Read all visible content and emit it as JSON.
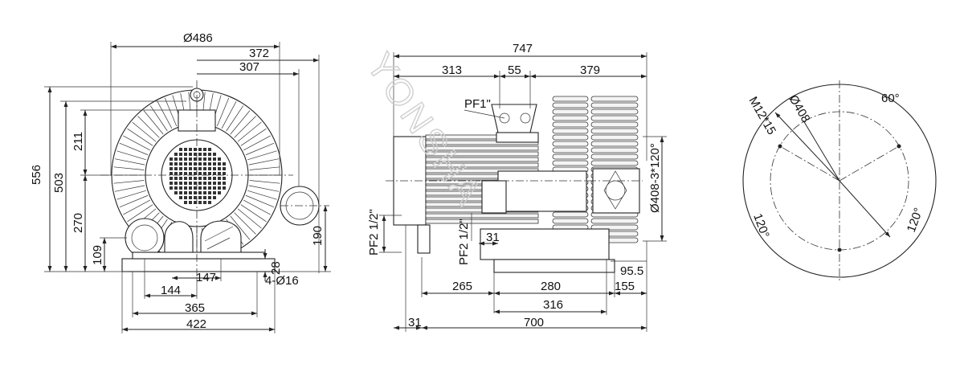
{
  "watermark": "YONSHA",
  "front_view": {
    "dims": {
      "d486": "Ø486",
      "d372": "372",
      "d307": "307",
      "d556": "556",
      "d503": "503",
      "d211": "211",
      "d270": "270",
      "d109": "109",
      "d190": "190",
      "d28": "28",
      "d4_16": "4-Ø16",
      "d144": "144",
      "d147": "147",
      "d365": "365",
      "d422": "422"
    }
  },
  "side_view": {
    "dims": {
      "d747": "747",
      "d313": "313",
      "d55": "55",
      "d379": "379",
      "pf1": "PF1\"",
      "pf2a": "PF2 1/2\"",
      "pf2b": "PF2 1/2\"",
      "d31a": "31",
      "d408_3_120": "Ø408-3*120°",
      "d95_5": "95.5",
      "d265": "265",
      "d280": "280",
      "d155": "155",
      "d316": "316",
      "d31b": "31",
      "d700": "700"
    }
  },
  "flange_view": {
    "dims": {
      "m12": "M12*15",
      "d408": "Ø408",
      "a60": "60°",
      "a120l": "120°",
      "a120r": "120°"
    }
  }
}
